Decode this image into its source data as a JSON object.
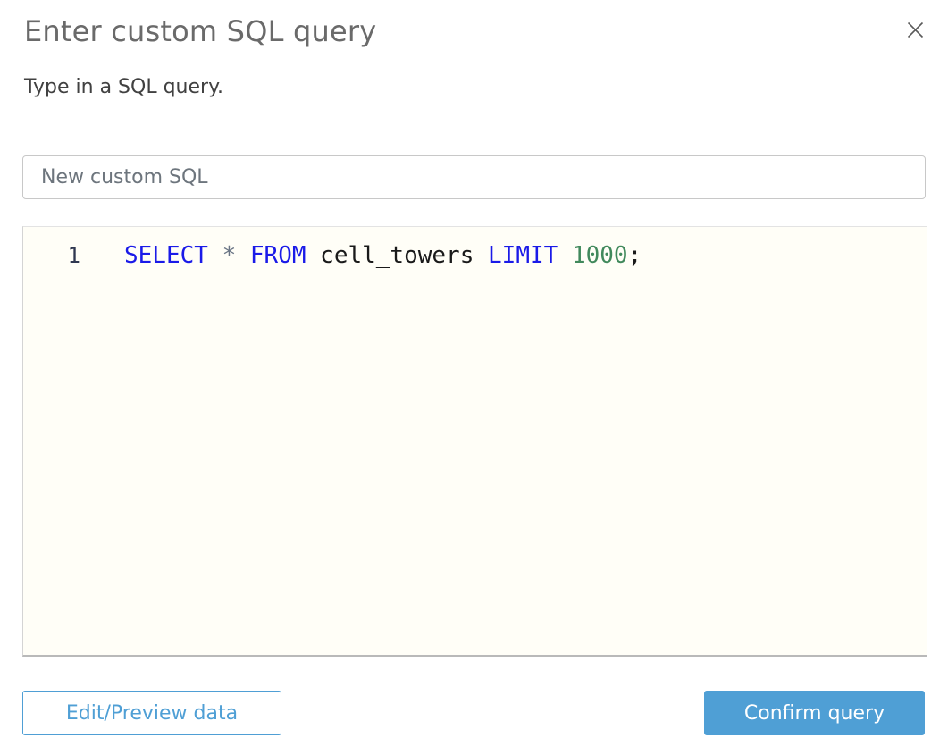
{
  "dialog": {
    "title": "Enter custom SQL query",
    "subtitle": "Type in a SQL query.",
    "close_icon": "x-icon"
  },
  "name_input": {
    "value": "New custom SQL"
  },
  "sql_editor": {
    "lines": [
      {
        "number": "1",
        "tokens": [
          {
            "text": "SELECT",
            "type": "keyword"
          },
          {
            "text": " ",
            "type": "plain"
          },
          {
            "text": "*",
            "type": "operator"
          },
          {
            "text": " ",
            "type": "plain"
          },
          {
            "text": "FROM",
            "type": "keyword"
          },
          {
            "text": " cell_towers ",
            "type": "plain"
          },
          {
            "text": "LIMIT",
            "type": "keyword"
          },
          {
            "text": " ",
            "type": "plain"
          },
          {
            "text": "1000",
            "type": "number"
          },
          {
            "text": ";",
            "type": "plain"
          }
        ]
      }
    ]
  },
  "buttons": {
    "edit_preview": "Edit/Preview data",
    "confirm": "Confirm query"
  },
  "colors": {
    "accent_blue": "#4f9fd5",
    "keyword": "#1a1ae8",
    "number_literal": "#41895c",
    "operator": "#6a7585",
    "plain_code": "#1a1a1a",
    "editor_bg": "#fffef7",
    "line_number": "#2f3750",
    "title_gray": "#6a6a6a",
    "subtitle_gray": "#414141",
    "input_text": "#6d757d",
    "input_border": "#c8c8c8",
    "close_icon": "#5a5a5a"
  }
}
